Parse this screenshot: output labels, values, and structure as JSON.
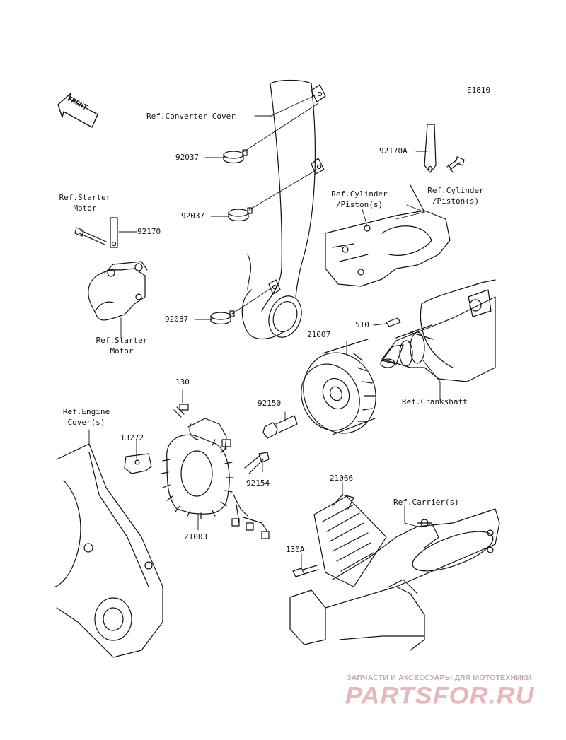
{
  "diagram_code": "E1810",
  "front_label": "FRONT",
  "labels": {
    "ref_converter_cover": "Ref.Converter Cover",
    "p92037_a": "92037",
    "p92037_b": "92037",
    "p92037_c": "92037",
    "p92170a": "92170A",
    "ref_cylinder_left": "Ref.Cylinder\n/Piston(s)",
    "ref_cylinder_right": "Ref.Cylinder\n/Piston(s)",
    "ref_starter_top": "Ref.Starter\nMotor",
    "p92170": "92170",
    "ref_starter_bottom": "Ref.Starter\nMotor",
    "p21007": "21007",
    "p510": "510",
    "ref_crankshaft": "Ref.Crankshaft",
    "p130": "130",
    "p92150": "92150",
    "ref_engine_cover": "Ref.Engine\nCover(s)",
    "p13272": "13272",
    "p92154": "92154",
    "p21003": "21003",
    "p21066": "21066",
    "ref_carrier": "Ref.Carrier(s)",
    "p130a": "130A"
  },
  "watermark": {
    "tagline": "ЗАПЧАСТИ И АКСЕССУАРЫ ДЛЯ МОТОТЕХНИКИ",
    "brand": "PARTSFOR.RU"
  }
}
